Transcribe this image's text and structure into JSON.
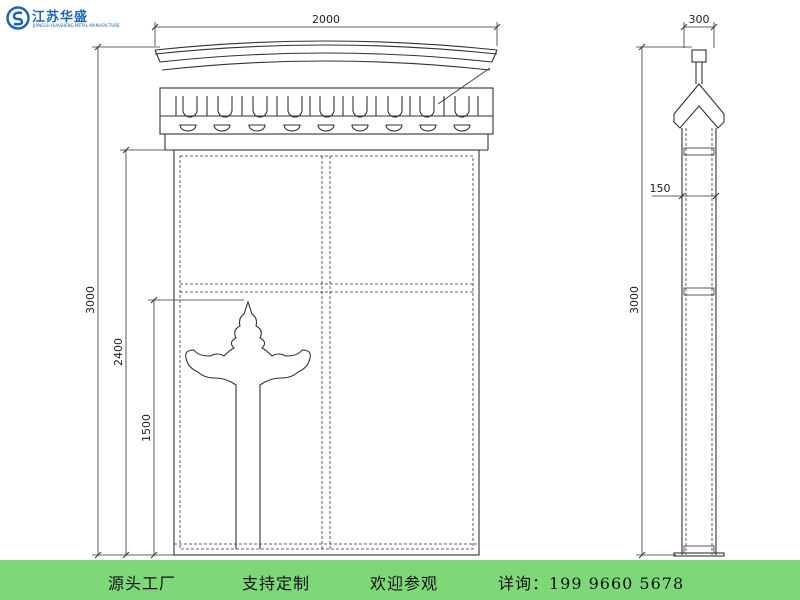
{
  "brand": {
    "name": "江苏华盛",
    "tagline": "JIANGSU HUASHENG METAL MANUFACTURE",
    "color": "#1b63b8"
  },
  "drawing": {
    "front": {
      "width_label": "2000",
      "height_label": "3000",
      "mid_height_label": "2400",
      "lower_height_label": "1500"
    },
    "side": {
      "top_width_label": "300",
      "post_width_label": "150",
      "height_label": "3000"
    },
    "line_color": "#333333"
  },
  "footer": {
    "background": "#7ed87a",
    "items": [
      "源头工厂",
      "支持定制",
      "欢迎参观",
      "详询：199 9660 5678"
    ]
  }
}
